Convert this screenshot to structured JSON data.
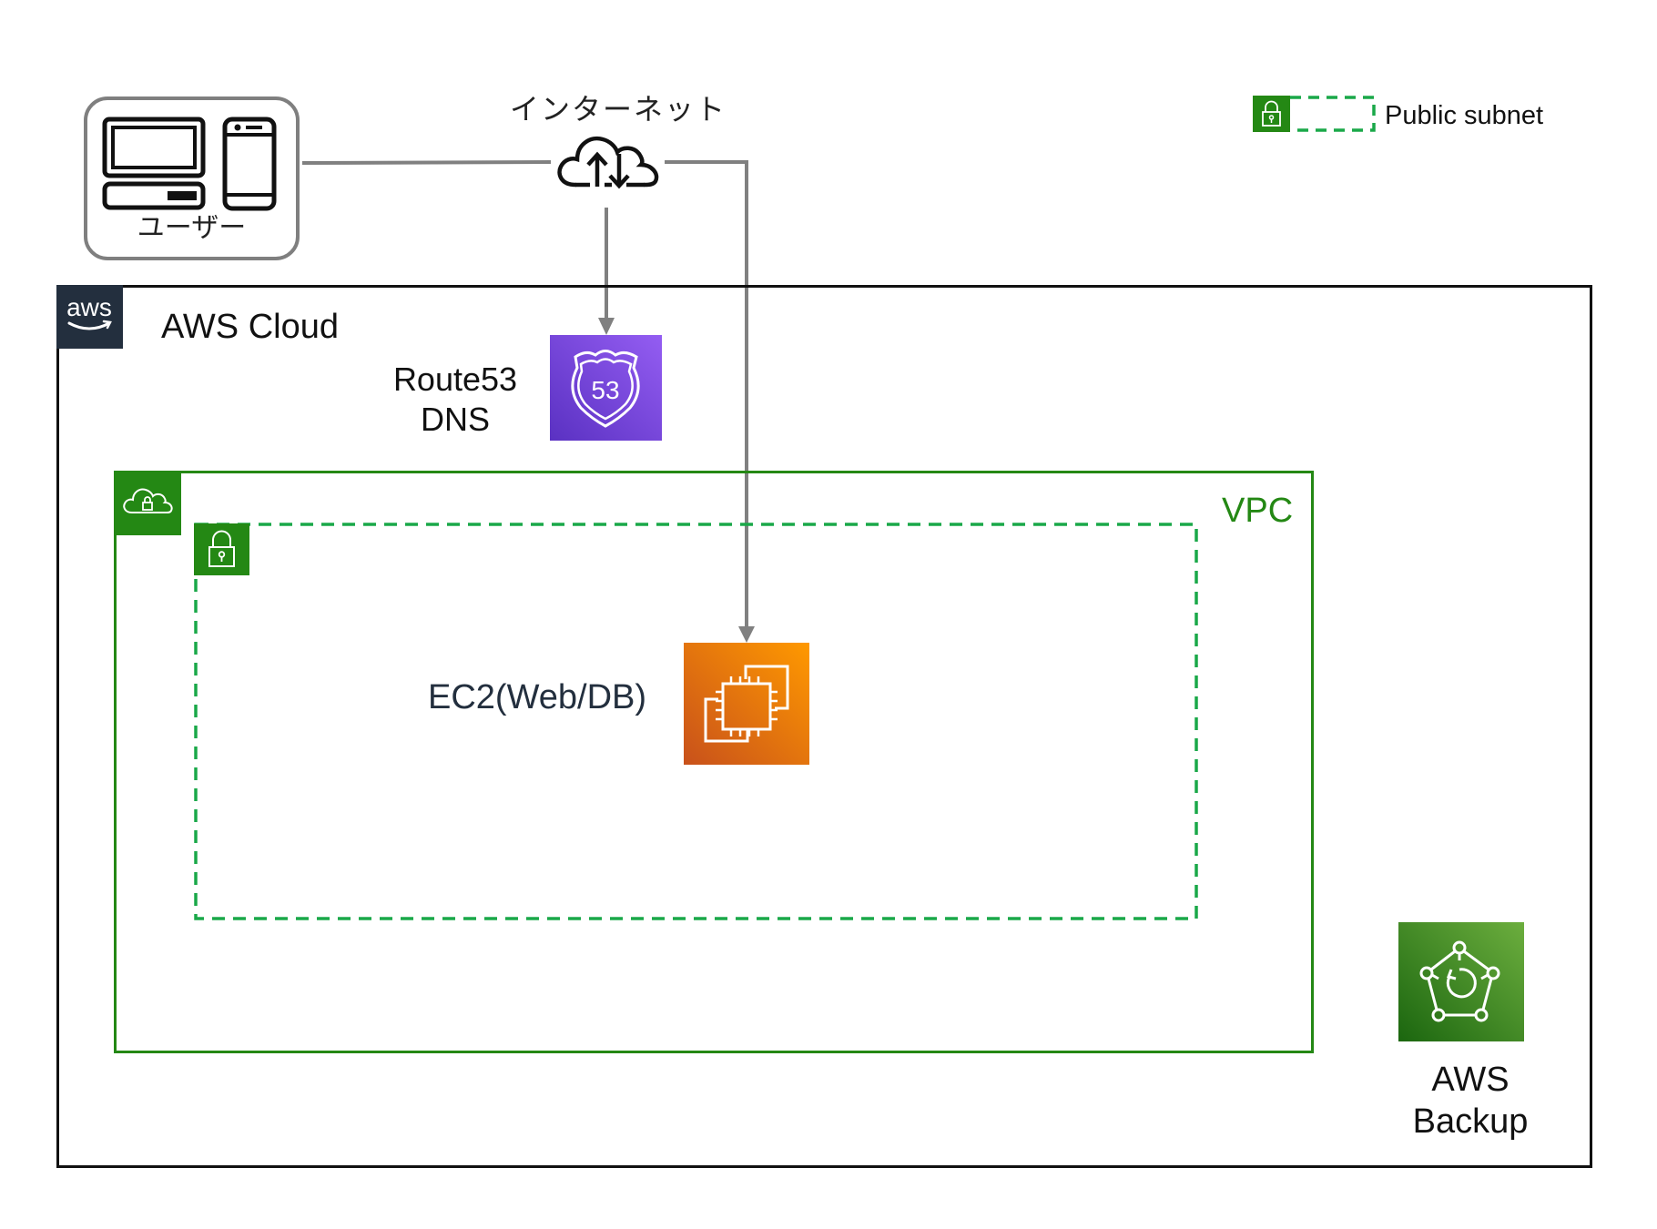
{
  "diagram": {
    "title": "AWS architecture",
    "colors": {
      "connector": "#808080",
      "aws_border": "#111111",
      "aws_logo_bg": "#232f3e",
      "vpc_green": "#248814",
      "subnet_dash": "#1aa849",
      "route53_purple": "#7b4ed8",
      "ec2_orange": "#e8730f",
      "backup_green": "#3f8a27"
    }
  },
  "nodes": {
    "user": {
      "label": "ユーザー",
      "icons": [
        "desktop-computer-icon",
        "smartphone-icon"
      ]
    },
    "internet": {
      "label": "インターネット",
      "icon": "cloud-upload-download-icon"
    },
    "aws_cloud": {
      "label": "AWS Cloud",
      "logo_text": "aws"
    },
    "route53": {
      "label_line1": "Route53",
      "label_line2": "DNS",
      "icon": "route53-icon",
      "badge": "53"
    },
    "vpc": {
      "label": "VPC",
      "icon": "vpc-cloud-lock-icon"
    },
    "public_subnet": {
      "icon": "padlock-icon"
    },
    "ec2": {
      "label": "EC2(Web/DB)",
      "icon": "ec2-chip-icon"
    },
    "backup": {
      "label_line1": "AWS",
      "label_line2": "Backup",
      "icon": "backup-icon"
    }
  },
  "legend": {
    "items": [
      {
        "label": "Public subnet",
        "icon": "padlock-icon",
        "style": "dashed-green"
      }
    ]
  },
  "edges": [
    {
      "from": "user",
      "to": "internet",
      "style": "line"
    },
    {
      "from": "internet",
      "to": "route53",
      "style": "arrow"
    },
    {
      "from": "internet",
      "to": "ec2",
      "style": "arrow"
    }
  ]
}
